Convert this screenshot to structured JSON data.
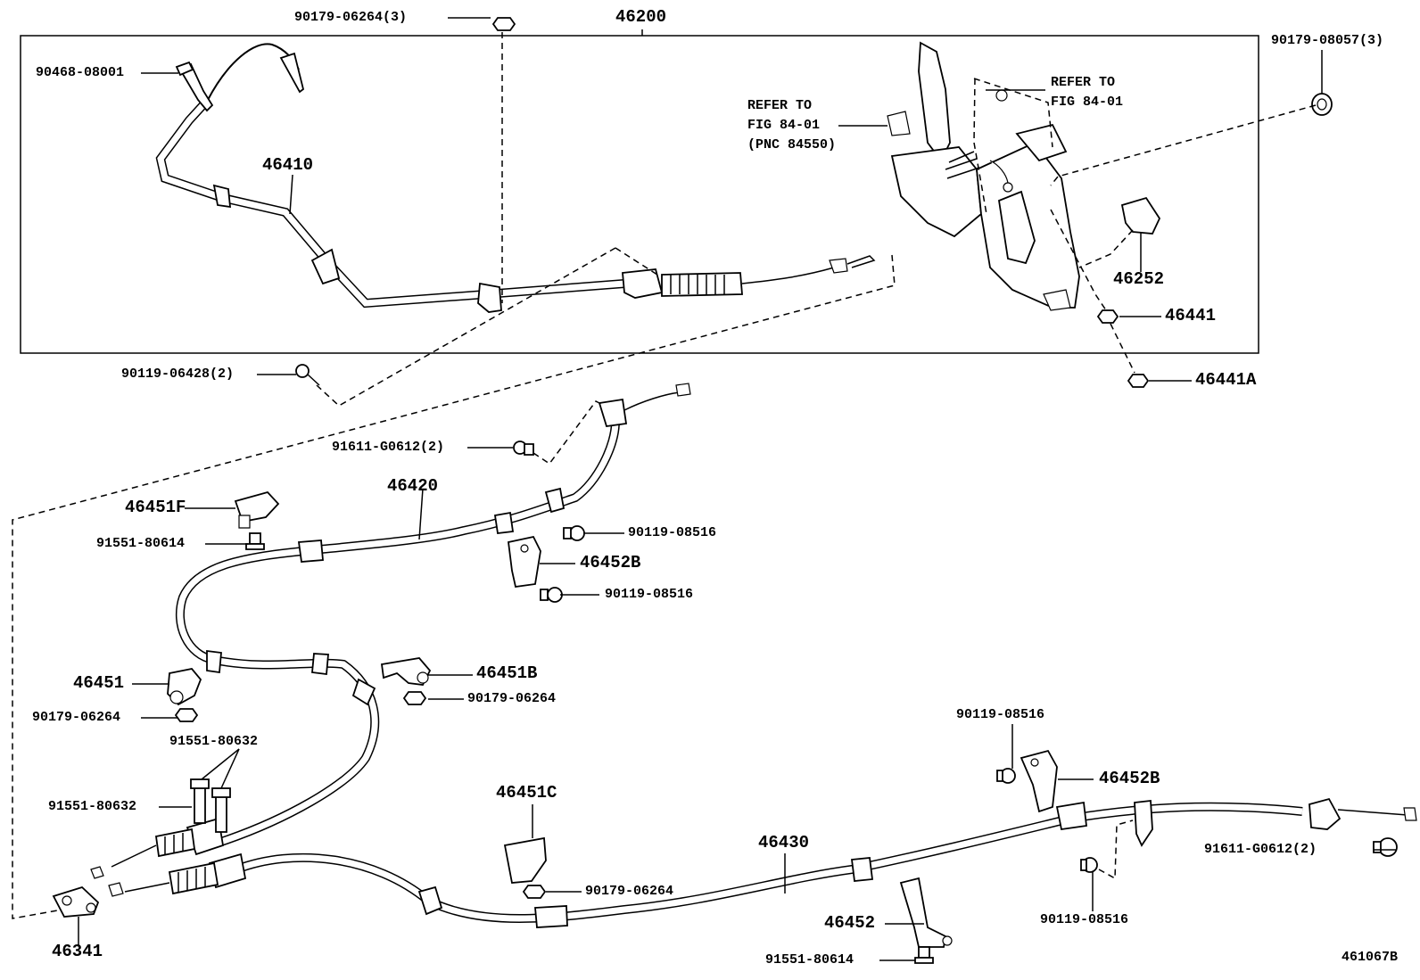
{
  "labels": {
    "p46200": "46200",
    "p90179_06264_3": "90179-06264(3)",
    "p90179_08057_3": "90179-08057(3)",
    "p90468_08001": "90468-08001",
    "p46410": "46410",
    "ref_right": "REFER TO\nFIG 84-01",
    "ref_left": "REFER TO\nFIG 84-01\n(PNC 84550)",
    "p46252": "46252",
    "p46441": "46441",
    "p46441A": "46441A",
    "p90119_06428_2": "90119-06428(2)",
    "p91611_G0612_2_top": "91611-G0612(2)",
    "p46420": "46420",
    "p46451F": "46451F",
    "p91551_80614_top": "91551-80614",
    "p90119_08516_a": "90119-08516",
    "p46452B_top": "46452B",
    "p90119_08516_b": "90119-08516",
    "p46451": "46451",
    "p46451B": "46451B",
    "p90179_06264_a": "90179-06264",
    "p90179_06264_b": "90179-06264",
    "p91551_80632_a": "91551-80632",
    "p91551_80632_b": "91551-80632",
    "p90119_08516_c": "90119-08516",
    "p46452B_right": "46452B",
    "p46451C": "46451C",
    "p46430": "46430",
    "p91611_G0612_2_right": "91611-G0612(2)",
    "p90179_06264_c": "90179-06264",
    "p90119_08516_d": "90119-08516",
    "p46452": "46452",
    "p91551_80614_bottom": "91551-80614",
    "p46341": "46341",
    "figure_id": "461067B"
  }
}
